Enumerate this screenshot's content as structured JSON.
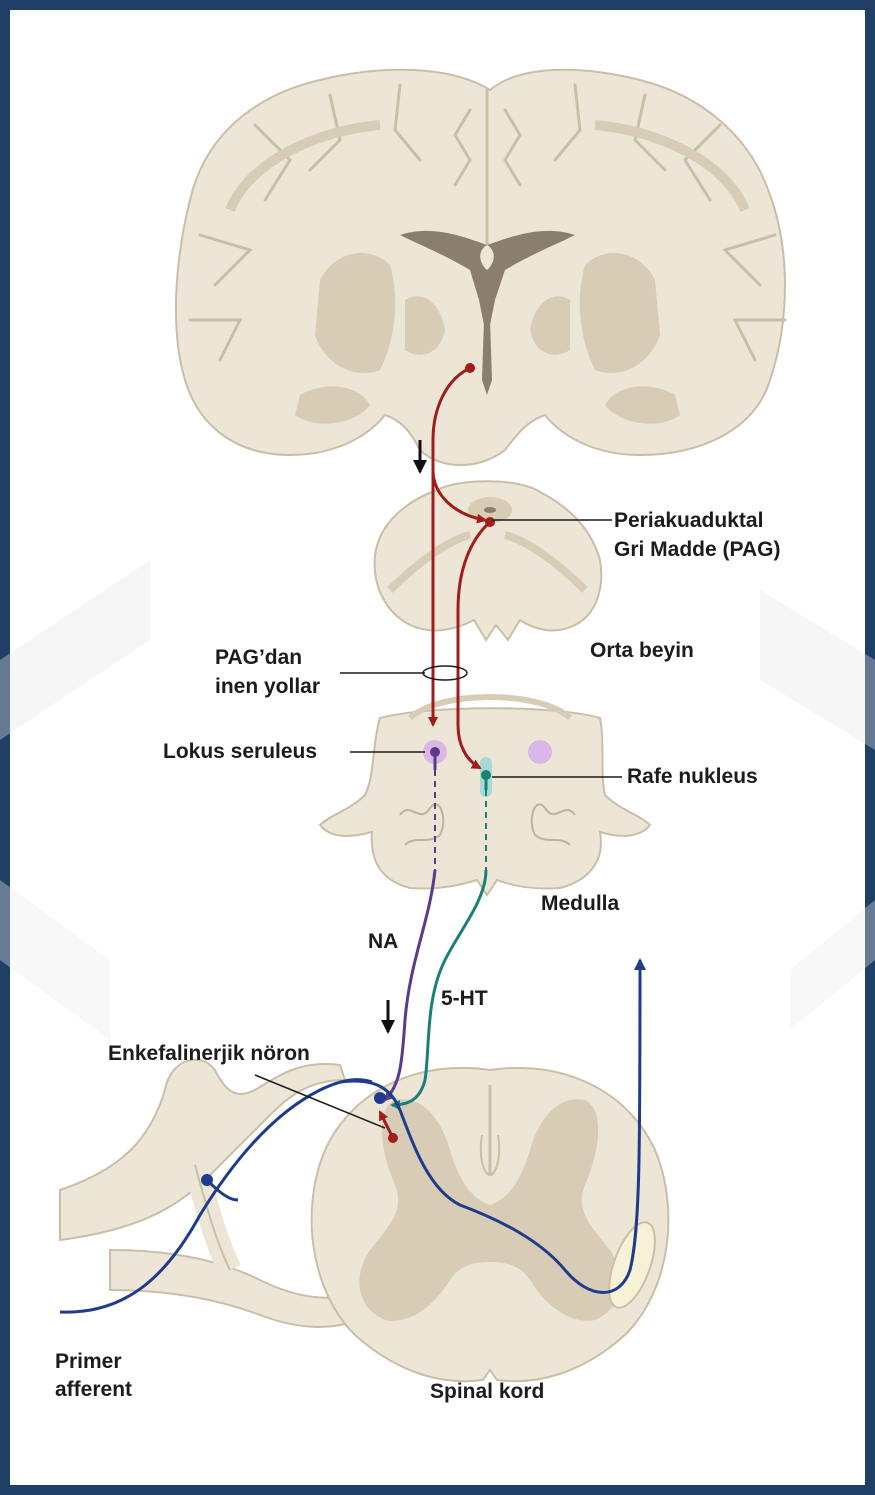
{
  "labels": {
    "pag_line1": "Periakuaduktal",
    "pag_line2": "Gri Madde (PAG)",
    "midbrain": "Orta beyin",
    "pag_paths_line1": "PAG’dan",
    "pag_paths_line2": "inen yollar",
    "locus": "Lokus seruleus",
    "raphe": "Rafe nukleus",
    "medulla": "Medulla",
    "na": "NA",
    "serotonin": "5-HT",
    "enkephalin": "Enkefalinerjik nöron",
    "primary_line1": "Primer",
    "primary_line2": "afferent",
    "spinal": "Spinal kord"
  },
  "colors": {
    "frame": "#1f3f66",
    "tissue": "#ede6d7",
    "tissue_outline": "#c9bfa8",
    "gray_matter": "#d8ccb7",
    "ventricle": "#8a7f6e",
    "pag_pathway": "#a31c1c",
    "noradrenaline": "#5a3a8a",
    "serotonin": "#1a8077",
    "primary_afferent": "#1e3b8c",
    "locus_nucleus": "#d9b7e6",
    "raphe_nucleus": "#a9d9d6"
  }
}
